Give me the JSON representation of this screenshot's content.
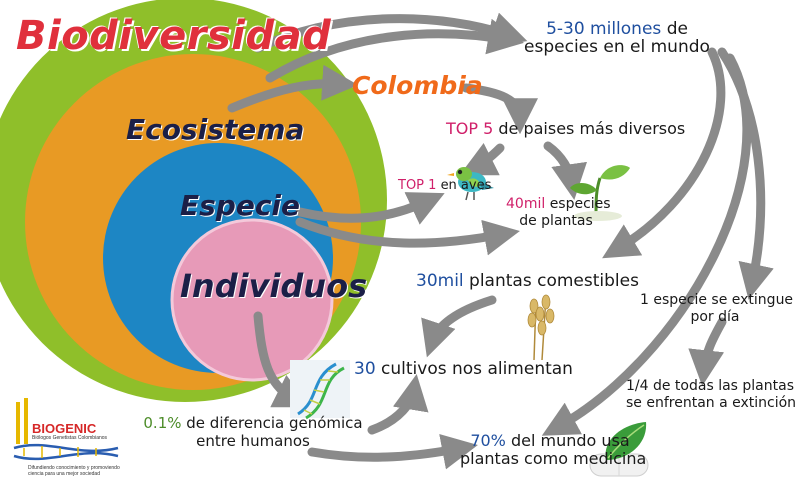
{
  "circles": {
    "biodiversidad": "Biodiversidad",
    "ecosistema": "Ecosistema",
    "especie": "Especie",
    "individuos": "Individuos"
  },
  "colombia": "Colombia",
  "facts": {
    "species_world": {
      "value": "5-30 millones",
      "text_1": "de",
      "text_2": "especies en el mundo"
    },
    "top5": {
      "value": "TOP 5",
      "text": "de paises más diversos"
    },
    "top1": {
      "value": "TOP 1",
      "text": "en aves"
    },
    "plants40": {
      "value": "40mil",
      "text_1": "especies",
      "text_2": "de plantas"
    },
    "edible": {
      "value": "30mil",
      "text": "plantas comestibles"
    },
    "extinction_day": {
      "line_1": "1 especie se extingue",
      "line_2": "por día"
    },
    "crops": {
      "value": "30",
      "text": "cultivos nos alimentan"
    },
    "quarter_plants": {
      "line_1": "1/4 de todas las plantas",
      "line_2": "se enfrentan a extinción"
    },
    "genomic": {
      "value": "0.1%",
      "text_1": "de diferencia genómica",
      "text_2": "entre humanos"
    },
    "medicine": {
      "value": "70%",
      "text_1": "del mundo usa",
      "text_2": "plantas como medicina"
    }
  },
  "logo": {
    "name": "BIOGENIC",
    "subtitle": "Biólogos Genetistas Colombianos",
    "tagline_1": "Difundiendo conocimiento y promoviendo",
    "tagline_2": "ciencia para una mejor sociedad"
  },
  "icons": [
    "bird-icon",
    "sprout-icon",
    "wheat-icon",
    "dna-icon",
    "leaf-capsule-icon",
    "logo-emblem-icon"
  ],
  "colors": {
    "biodiversidad_circle": "#8fbf2a",
    "ecosistema_circle": "#e89a24",
    "especie_circle": "#1d86c4",
    "individuos_circle": "#e79ab8",
    "arrows": "#8a8a8a",
    "title_red": "#e0303c",
    "number_blue": "#1f4f9f",
    "number_magenta": "#d0206a"
  }
}
